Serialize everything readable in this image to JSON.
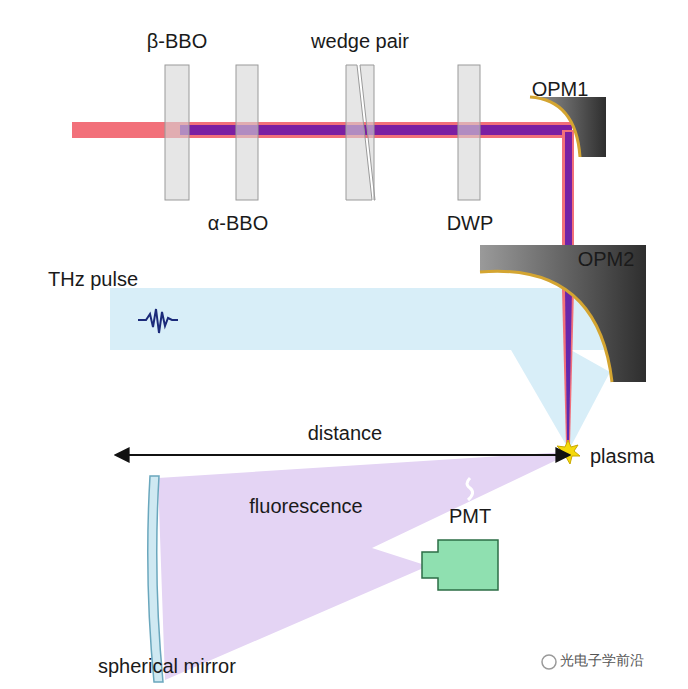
{
  "diagram": {
    "labels": [
      "β-BBO",
      "wedge pair",
      "OPM1",
      "α-BBO",
      "DWP",
      "THz pulse",
      "OPM2",
      "distance",
      "plasma",
      "fluorescence",
      "PMT",
      "spherical mirror",
      "光电子学前沿"
    ]
  }
}
